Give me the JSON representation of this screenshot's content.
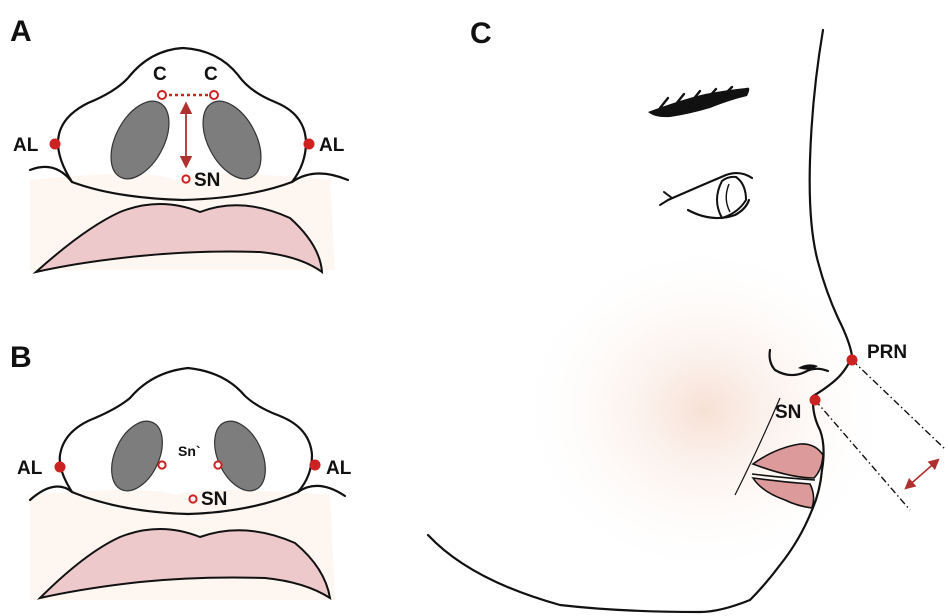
{
  "panels": {
    "a": {
      "letter": "A",
      "labels": {
        "c_left": "C",
        "c_right": "C",
        "al_left": "AL",
        "al_right": "AL",
        "sn": "SN"
      }
    },
    "b": {
      "letter": "B",
      "labels": {
        "sn_prime": "Sn`",
        "al_left": "AL",
        "al_right": "AL",
        "sn": "SN"
      }
    },
    "c": {
      "letter": "C",
      "labels": {
        "prn": "PRN",
        "sn": "SN"
      }
    }
  },
  "colors": {
    "skin": "#fbefe6",
    "nostril": "#7d7d7d",
    "lip": "#eec9cc",
    "lip_dark": "#dd9a9a",
    "landmark": "#cc2222",
    "arrow": "#b03030",
    "outline": "#111111"
  }
}
